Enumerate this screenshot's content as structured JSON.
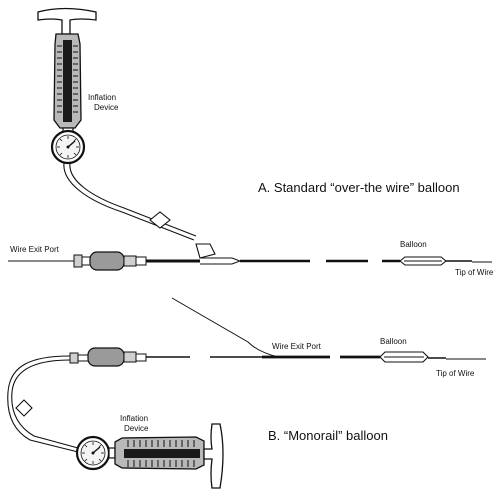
{
  "diagram_a": {
    "caption": "A. Standard “over-the wire” balloon",
    "device_label_line1": "Inflation",
    "device_label_line2": "Device",
    "wire_exit_port": "Wire  Exit Port",
    "balloon": "Balloon",
    "tip_of_wire": "Tip of Wire"
  },
  "diagram_b": {
    "caption": "B. “Monorail” balloon",
    "device_label_line1": "Inflation",
    "device_label_line2": "Device",
    "wire_exit_port": "Wire  Exit Port",
    "balloon": "Balloon",
    "tip_of_wire": "Tip of Wire"
  },
  "colors": {
    "ink": "#111111",
    "barrel": "#b9b9b9",
    "gauge_face": "#f4f4f4",
    "balloon_fill": "#9a9a9a"
  }
}
